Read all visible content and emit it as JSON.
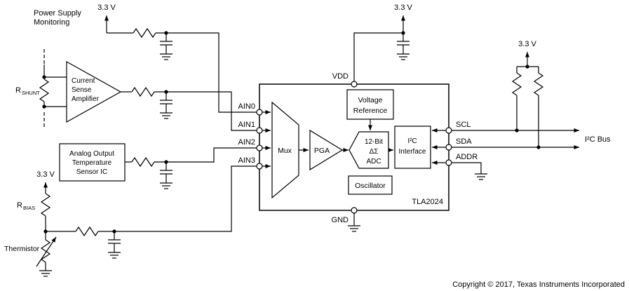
{
  "colors": {
    "ink": "#000000",
    "background": "#ffffff"
  },
  "labels": {
    "supply": "3.3 V",
    "psm_line1": "Power Supply",
    "psm_line2": "Monitoring",
    "rshunt_base": "R",
    "rshunt_sub": "SHUNT",
    "csa_line1": "Current",
    "csa_line2": "Sense",
    "csa_line3": "Amplifier",
    "temp_line1": "Analog Output",
    "temp_line2": "Temperature",
    "temp_line3": "Sensor IC",
    "rbias_base": "R",
    "rbias_sub": "BIAS",
    "thermistor": "Thermistor",
    "i2c_bus": "I²C Bus",
    "copyright": "Copyright © 2017, Texas Instruments Incorporated"
  },
  "ic": {
    "part": "TLA2024",
    "pins": {
      "ain0": "AIN0",
      "ain1": "AIN1",
      "ain2": "AIN2",
      "ain3": "AIN3",
      "vdd": "VDD",
      "gnd": "GND",
      "scl": "SCL",
      "sda": "SDA",
      "addr": "ADDR"
    },
    "blocks": {
      "mux": "Mux",
      "pga": "PGA",
      "adc_line1": "12-Bit",
      "adc_line2": "ΔΣ",
      "adc_line3": "ADC",
      "vref_line1": "Voltage",
      "vref_line2": "Reference",
      "osc": "Oscillator",
      "i2c_line1": "I²C",
      "i2c_line2": "Interface"
    }
  }
}
